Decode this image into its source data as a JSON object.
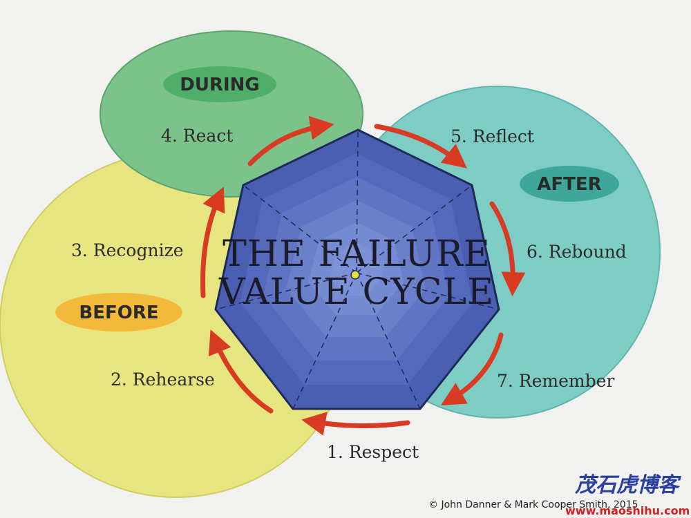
{
  "title": {
    "line1": "THE FAILURE",
    "line2": "VALUE CYCLE"
  },
  "phases": {
    "during": "DURING",
    "after": "AFTER",
    "before": "BEFORE"
  },
  "steps": [
    {
      "label": "1. Respect"
    },
    {
      "label": "2. Rehearse"
    },
    {
      "label": "3. Recognize"
    },
    {
      "label": "4. React"
    },
    {
      "label": "5. Reflect"
    },
    {
      "label": "6. Rebound"
    },
    {
      "label": "7. Remember"
    }
  ],
  "credit": "© John Danner & Mark Cooper Smith, 2015",
  "watermark": {
    "cn": "茂石虎博客",
    "url": "www.maoshihu.com"
  },
  "colors": {
    "background": "#f1f2ef",
    "during_bubble": "#7cc28b",
    "after_bubble": "#7dcdc5",
    "before_bubble": "#e7e57f",
    "during_pill": "#4fae6a",
    "after_pill": "#3fa79a",
    "before_pill": "#f2b93b",
    "heptagon_outer": "#4a5fb2",
    "heptagon_inner": "#7d92d6",
    "arrow": "#d93a22",
    "center_dot": "#e8e23a"
  }
}
